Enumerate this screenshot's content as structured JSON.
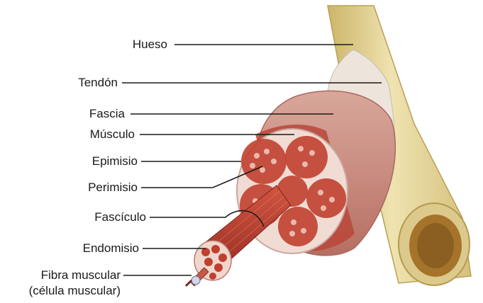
{
  "labels": {
    "hueso": "Hueso",
    "tendon": "Tendón",
    "fascia": "Fascia",
    "musculo": "Músculo",
    "epimisio": "Epimisio",
    "perimisio": "Perimisio",
    "fasciculo": "Fascículo",
    "endomisio": "Endomisio",
    "fibra_line1": "Fibra muscular",
    "fibra_line2": "(célula muscular)"
  },
  "colors": {
    "bone": "#e8d9a0",
    "bone_shadow": "#cbb670",
    "marrow": "#a5742a",
    "tendon": "#ede4dc",
    "fascia": "#dcc0b6",
    "muscle": "#b9463a",
    "muscle_dark": "#8e2a24",
    "fiber_dot": "#c0402f",
    "leader_line": "#1a1a1a"
  }
}
